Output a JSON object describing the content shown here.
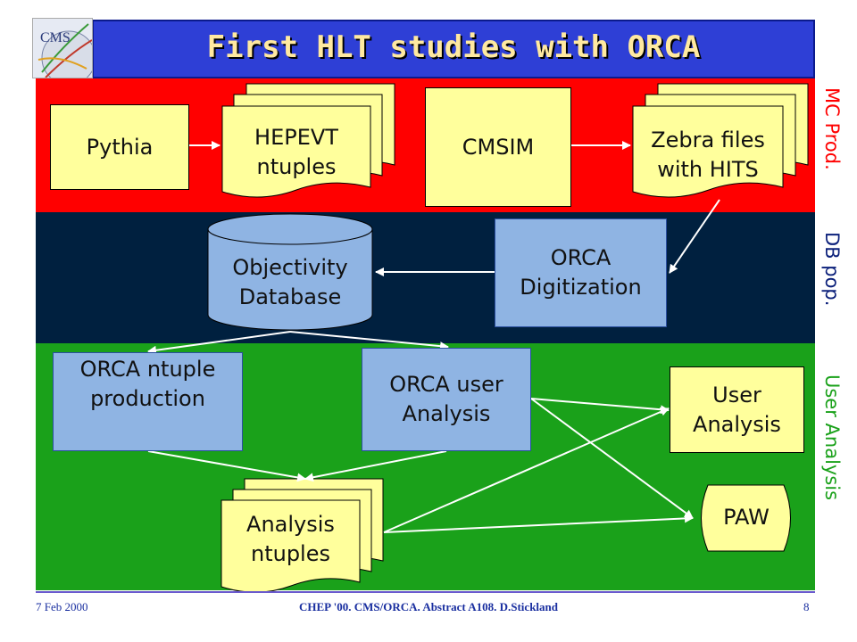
{
  "title": "First HLT studies with ORCA",
  "logo_text": "CMS",
  "side_labels": {
    "mc": "MC Prod.",
    "db": "DB pop.",
    "ua": "User Analysis"
  },
  "nodes": {
    "pythia": "Pythia",
    "hepevt_line1": "HEPEVT",
    "hepevt_line2": "ntuples",
    "cmsim": "CMSIM",
    "zebra_line1": "Zebra files",
    "zebra_line2": "with HITS",
    "objectivity_line1": "Objectivity",
    "objectivity_line2": "Database",
    "orca_digi_line1": "ORCA",
    "orca_digi_line2": "Digitization",
    "ntuple_prod_line1": "ORCA ntuple",
    "ntuple_prod_line2": "production",
    "orca_user_line1": "ORCA user",
    "orca_user_line2": "Analysis",
    "user_analysis_line1": "User",
    "user_analysis_line2": "Analysis",
    "analysis_ntuples_line1": "Analysis",
    "analysis_ntuples_line2": "ntuples",
    "paw": "PAW"
  },
  "footer": {
    "date": "7 Feb 2000",
    "center": "CHEP '00. CMS/ORCA. Abstract A108. D.Stickland",
    "page": "8"
  },
  "colors": {
    "mc_band": "#ff0000",
    "db_band": "#00203f",
    "ua_band": "#1aa11a",
    "title_bar": "#2e3fd6",
    "title_text": "#ffe9a0",
    "yellow_box": "#ffff9c",
    "blue_box": "#8fb4e3"
  }
}
